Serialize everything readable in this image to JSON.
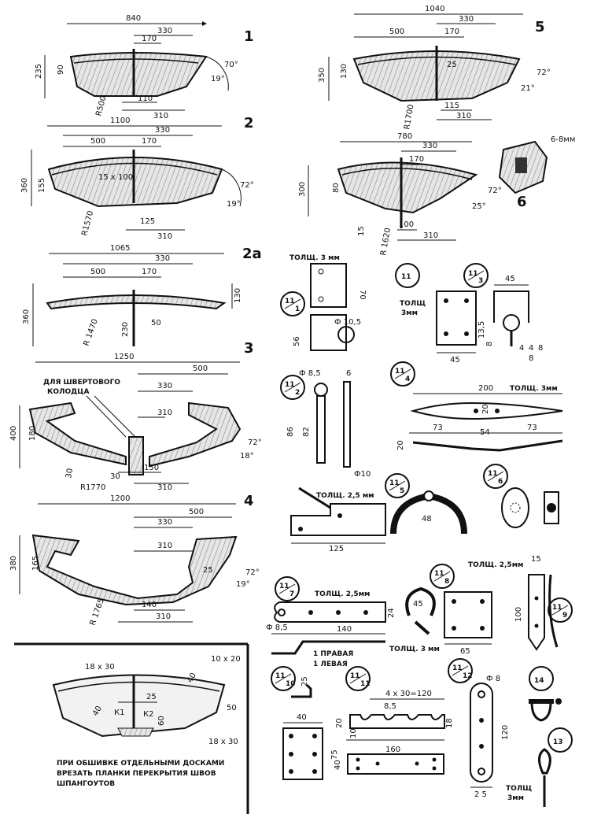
{
  "frame1": {
    "number": "1",
    "dims": {
      "d840": "840",
      "d330": "330",
      "d170": "170",
      "d235": "235",
      "d90": "90",
      "r500": "R500",
      "d110": "110",
      "d310": "310",
      "a70": "70°",
      "a19": "19°"
    }
  },
  "frame2": {
    "number": "2",
    "dims": {
      "d1100": "1100",
      "d330": "330",
      "d500": "500",
      "d170": "170",
      "d360": "360",
      "d155": "155",
      "s15x100": "15 x 100",
      "r1570": "R1570",
      "d125": "125",
      "d310": "310",
      "a72": "72°",
      "a19": "19°"
    }
  },
  "frame2a": {
    "number": "2a",
    "dims": {
      "d1065": "1065",
      "d330": "330",
      "d500": "500",
      "d170": "170",
      "d360": "360",
      "d130": "130",
      "r1470": "R 1470",
      "d230": "230",
      "d50": "50"
    }
  },
  "frame3": {
    "number": "3",
    "note_line1": "ДЛЯ ШВЕРТОВОГО",
    "note_line2": "КОЛОДЦА",
    "dims": {
      "d1250": "1250",
      "d500": "500",
      "d330": "330",
      "d310": "310",
      "d400": "400",
      "d180": "180",
      "d30a": "30",
      "d30b": "30",
      "d150": "150",
      "d310b": "310",
      "r1770": "R1770",
      "a72": "72°",
      "a18": "18°"
    }
  },
  "frame4": {
    "number": "4",
    "dims": {
      "d1200": "1200",
      "d500": "500",
      "d330": "330",
      "d310": "310",
      "d380": "380",
      "d165": "165",
      "d25": "25",
      "r1765": "R 1765",
      "d140": "140",
      "d310b": "310",
      "a72": "72°",
      "a19": "19°"
    }
  },
  "frame5": {
    "number": "5",
    "dims": {
      "d1040": "1040",
      "d330": "330",
      "d500": "500",
      "d170": "170",
      "d350": "350",
      "d130": "130",
      "d25": "25",
      "r1700": "R1700",
      "d115": "115",
      "d310": "310",
      "a72": "72°",
      "a21": "21°"
    }
  },
  "frame6": {
    "number": "6",
    "dims": {
      "d780": "780",
      "d330": "330",
      "d170": "170",
      "d300": "300",
      "d80": "80",
      "r1620": "R 1620",
      "d100": "100",
      "d310": "310",
      "d15": "15",
      "a72": "72°",
      "a25": "25°"
    },
    "detail": "6-8мм"
  },
  "detail_section": {
    "note_line1": "ПРИ ОБШИВКЕ ОТДЕЛЬНЫМИ ДОСКАМИ",
    "note_line2": "ВРЕЗАТЬ ПЛАНКИ ПЕРЕКРЫТИЯ ШВОВ",
    "note_line3": "ШПАНГОУТОВ",
    "dims": {
      "s18x30a": "18 x 30",
      "s10x20": "10 x 20",
      "d40a": "40",
      "d40b": "40",
      "d25": "25",
      "k1": "К1",
      "k2": "К2",
      "d60": "60",
      "d50": "50",
      "s18x30b": "18 x 30"
    }
  },
  "parts": {
    "p11_1": {
      "num": "11",
      "den": "1",
      "thick": "ТОЛЩ. 3 мм",
      "d70": "70",
      "d56": "56",
      "phi105": "Ф 10,5"
    },
    "p11": {
      "num": "11",
      "thick_line1": "ТОЛЩ",
      "thick_line2": "3мм",
      "d45": "45"
    },
    "p11_3": {
      "num": "11",
      "den": "3",
      "d45": "45",
      "d135": "13,5",
      "d8": "8",
      "d4a": "4",
      "d4b": "4",
      "d8b": "8",
      "d8c": "8"
    },
    "p11_2": {
      "num": "11",
      "den": "2",
      "phi85": "Ф 8,5",
      "d6": "6",
      "d86": "86",
      "d82": "82",
      "phi10": "Ф10"
    },
    "p11_4": {
      "num": "11",
      "den": "4",
      "d200": "200",
      "thick": "ТОЛЩ. 3мм",
      "d20": "20",
      "d73a": "73",
      "d54": "54",
      "d73b": "73",
      "d20b": "20"
    },
    "p11_5": {
      "num": "11",
      "den": "5",
      "thick": "ТОЛЩ. 2,5 мм",
      "d125": "125",
      "d48": "48"
    },
    "p11_6": {
      "num": "11",
      "den": "6"
    },
    "p11_7": {
      "num": "11",
      "den": "7",
      "thick": "ТОЛЩ. 2,5мм",
      "d24": "24",
      "phi85": "Ф 8,5",
      "d140": "140",
      "right": "1 ПРАВАЯ",
      "left": "1 ЛЕВАЯ"
    },
    "p11_8": {
      "num": "11",
      "den": "8",
      "d45": "45",
      "thick": "ТОЛЩ. 3 мм",
      "d65": "65"
    },
    "p11_9": {
      "num": "11",
      "den": "9",
      "thick": "ТОЛЩ. 2,5мм",
      "d15": "15",
      "d100": "100"
    },
    "p11_10": {
      "num": "11",
      "den": "10",
      "d25": "25",
      "d40": "40",
      "d75": "75"
    },
    "p11_11": {
      "num": "11",
      "den": "11",
      "d4x30": "4 x 30=120",
      "d85": "8,5",
      "d20": "20",
      "d18": "18",
      "d10": "10",
      "d160": "160",
      "d40": "40"
    },
    "p11_12": {
      "num": "11",
      "den": "12",
      "phi8": "Ф 8",
      "d120": "120",
      "d25": "2 5",
      "thick_line1": "ТОЛЩ",
      "thick_line2": "3мм"
    },
    "p14": {
      "num": "14"
    },
    "p13": {
      "num": "13"
    }
  },
  "colors": {
    "ink": "#111111",
    "paper": "#ffffff",
    "wood": "#d8d8d8"
  }
}
